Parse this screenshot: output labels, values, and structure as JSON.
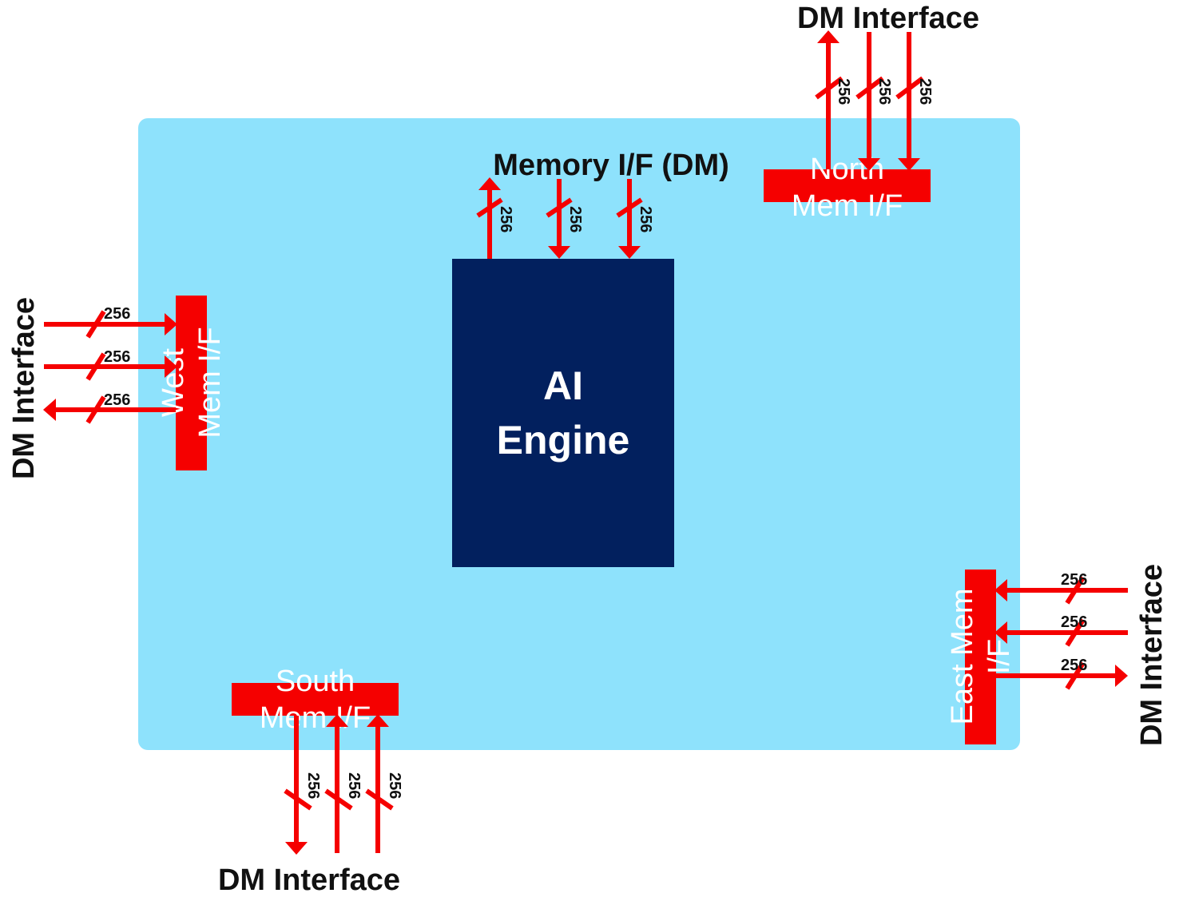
{
  "core": {
    "line1": "AI",
    "line2": "Engine"
  },
  "memory_title": "Memory I/F (DM)",
  "north": {
    "line1": "North",
    "line2": "Mem I/F",
    "dm_label": "DM Interface"
  },
  "west": {
    "line1": "West",
    "line2": "Mem I/F",
    "dm_label": "DM Interface"
  },
  "east": {
    "line1": "East Mem",
    "line2": "I/F",
    "dm_label": "DM Interface"
  },
  "south": {
    "line1": "South",
    "line2": "Mem I/F",
    "dm_label": "DM Interface"
  },
  "bus_width": "256",
  "colors": {
    "tile": "#8ee2fc",
    "core": "#02205e",
    "interface": "#f50000"
  }
}
